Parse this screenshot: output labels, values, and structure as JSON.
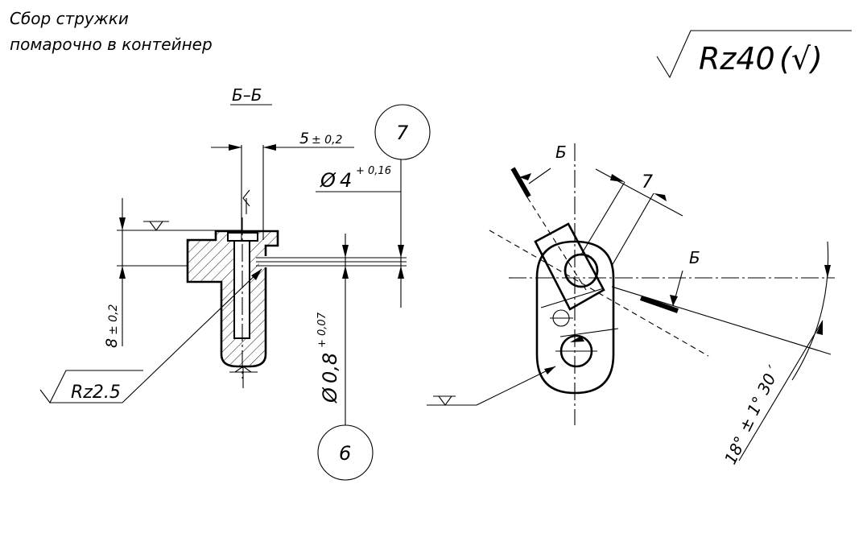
{
  "note": {
    "line1": "Сбор стружки",
    "line2": "помарочно в контейнер"
  },
  "general_roughness": {
    "value": "Rz40",
    "bracket_symbol": "(√)"
  },
  "section": {
    "label": "Б–Б",
    "dim_width": "5",
    "dim_width_tol": "± 0,2",
    "dim_height": "8",
    "dim_height_tol": "± 0,2",
    "roughness": "Rz2.5"
  },
  "hole_dia": {
    "prefix": "Ø",
    "value": "4",
    "tol": "+ 0,16"
  },
  "small_hole_dia": {
    "prefix": "Ø",
    "value": "0,8",
    "tol": "+ 0,07"
  },
  "balloons": {
    "top": "7",
    "bottom": "6"
  },
  "main_view": {
    "cut_label_1": "Б",
    "cut_label_2": "Б",
    "dim_7": "7",
    "angle_deg": "18°",
    "angle_tol": "± 1° 30 ′"
  }
}
